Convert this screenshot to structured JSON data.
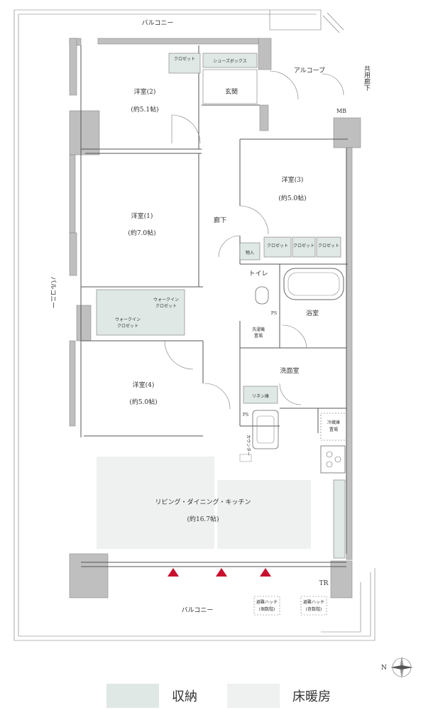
{
  "labels": {
    "balcony_top": "バルコニー",
    "balcony_left": "バルコニー",
    "balcony_bottom": "バルコニー",
    "alcove": "アルコーブ",
    "common_corridor": "共用廊下",
    "mb": "MB",
    "closet": "クロゼット",
    "shoe_box": "シューズボックス",
    "entrance": "玄関",
    "room2_name": "洋室(2)",
    "room2_area": "(約5.1帖)",
    "room1_name": "洋室(1)",
    "room1_area": "(約7.0帖)",
    "room3_name": "洋室(3)",
    "room3_area": "(約5.0帖)",
    "room4_name": "洋室(4)",
    "room4_area": "(約5.0帖)",
    "corridor": "廊下",
    "storage": "物入",
    "toilet": "トイレ",
    "bathroom": "浴室",
    "ps": "PS",
    "washer_l1": "洗濯機",
    "washer_l2": "置場",
    "washroom": "洗面室",
    "linen": "リネン庫",
    "walkin_l1": "ウォークイン",
    "walkin_l2": "クロゼット",
    "counter": "カウンター",
    "fridge_l1": "冷蔵庫",
    "fridge_l2": "置場",
    "ldk_name": "リビング・ダイニング・キッチン",
    "ldk_area": "(約16.7帖)",
    "tr": "TR",
    "hatch_l1": "避難ハッチ",
    "hatch_up": "(個数階)",
    "hatch_down": "(奇数階)",
    "north": "N"
  },
  "legend": [
    {
      "label": "収納",
      "color": "#dfe8e5"
    },
    {
      "label": "床暖房",
      "color": "#eef1ef"
    }
  ],
  "colors": {
    "storage": "#dfe8e5",
    "floor_heating": "#eef1ef",
    "wall": "#bfbfbf",
    "marker": "#c8102e"
  }
}
